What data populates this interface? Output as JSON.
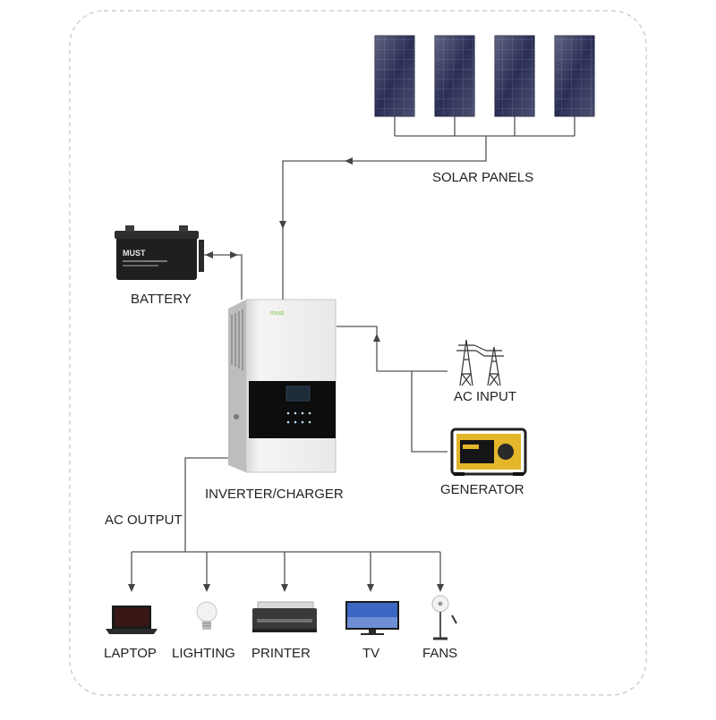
{
  "labels": {
    "solar_panels": "SOLAR PANELS",
    "battery": "BATTERY",
    "inverter": "INVERTER/CHARGER",
    "ac_input": "AC INPUT",
    "generator": "GENERATOR",
    "ac_output": "AC OUTPUT",
    "laptop": "LAPTOP",
    "lighting": "LIGHTING",
    "printer": "PRINTER",
    "tv": "TV",
    "fans": "FANS"
  },
  "brand": {
    "battery_logo": "MUST",
    "inverter_logo": "must"
  },
  "colors": {
    "line": "#555555",
    "panel": "#2b2f55",
    "border": "#cfcfcf",
    "accent": "#7cc242"
  },
  "icons": [
    "solar-panel-icon",
    "battery-icon",
    "inverter-icon",
    "power-tower-icon",
    "generator-icon",
    "laptop-icon",
    "bulb-icon",
    "printer-icon",
    "tv-icon",
    "fan-icon"
  ]
}
